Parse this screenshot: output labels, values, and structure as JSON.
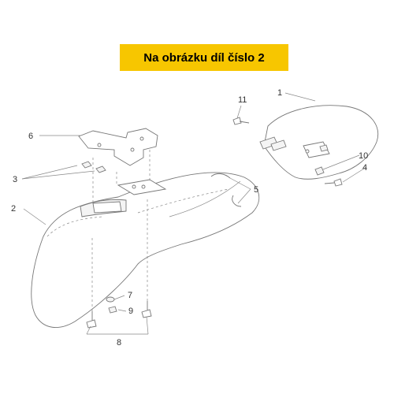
{
  "banner": {
    "text": "Na obrázku díl číslo 2"
  },
  "callouts": {
    "c1": "1",
    "c2": "2",
    "c3": "3",
    "c4": "4",
    "c5": "5",
    "c6": "6",
    "c7": "7",
    "c8": "8",
    "c9": "9",
    "c10": "10",
    "c11": "11"
  },
  "colors": {
    "banner": "#f7c600",
    "line": "#777777"
  }
}
